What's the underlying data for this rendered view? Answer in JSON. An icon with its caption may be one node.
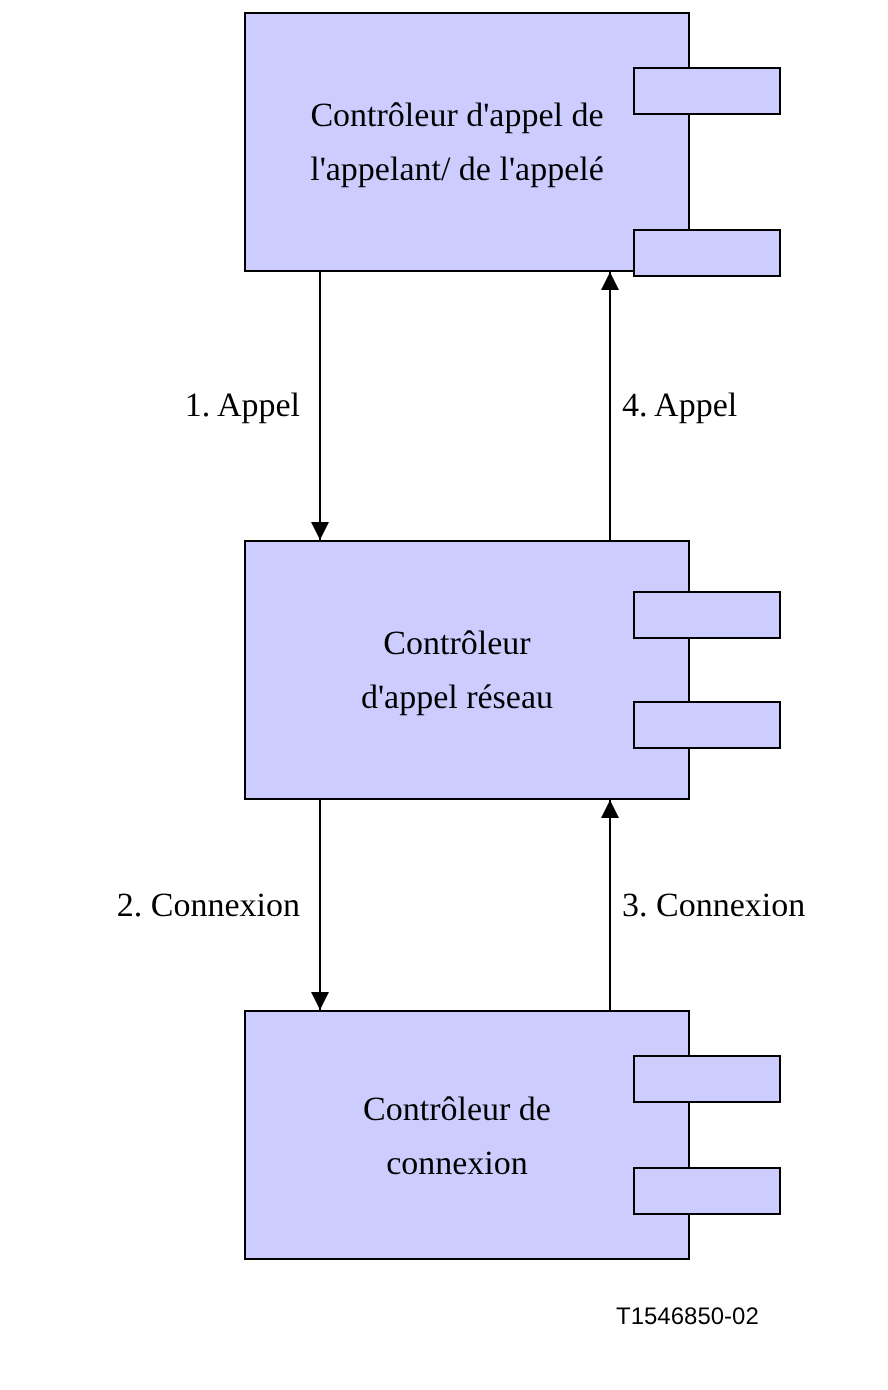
{
  "diagram": {
    "nodes": [
      {
        "text": [
          "Contrôleur d'appel de l'appelant/ de l'appelé"
        ]
      },
      {
        "text": [
          "Contrôleur d'appel réseau"
        ]
      },
      {
        "text": [
          "Contrôleur de connexion"
        ]
      },
      {
        "text": [],
        "shape": "box"
      },
      {
        "text": [],
        "shape": "box"
      },
      {
        "text": [],
        "shape": "box"
      },
      {
        "text": [],
        "shape": "box"
      },
      {
        "text": [],
        "shape": "box"
      },
      {
        "text": [],
        "shape": "box"
      }
    ],
    "edges": [
      {
        "from": 0,
        "to": 1,
        "arrow": "to",
        "label": "1. Appel"
      },
      {
        "from": 1,
        "to": 2,
        "arrow": "to",
        "label": "2. Connexion"
      },
      {
        "from": 2,
        "to": 1,
        "arrow": "to",
        "label": "3. Connexion"
      },
      {
        "from": 1,
        "to": 0,
        "arrow": "to",
        "label": "4. Appel"
      }
    ],
    "labels": [
      "T1546850-02"
    ]
  }
}
